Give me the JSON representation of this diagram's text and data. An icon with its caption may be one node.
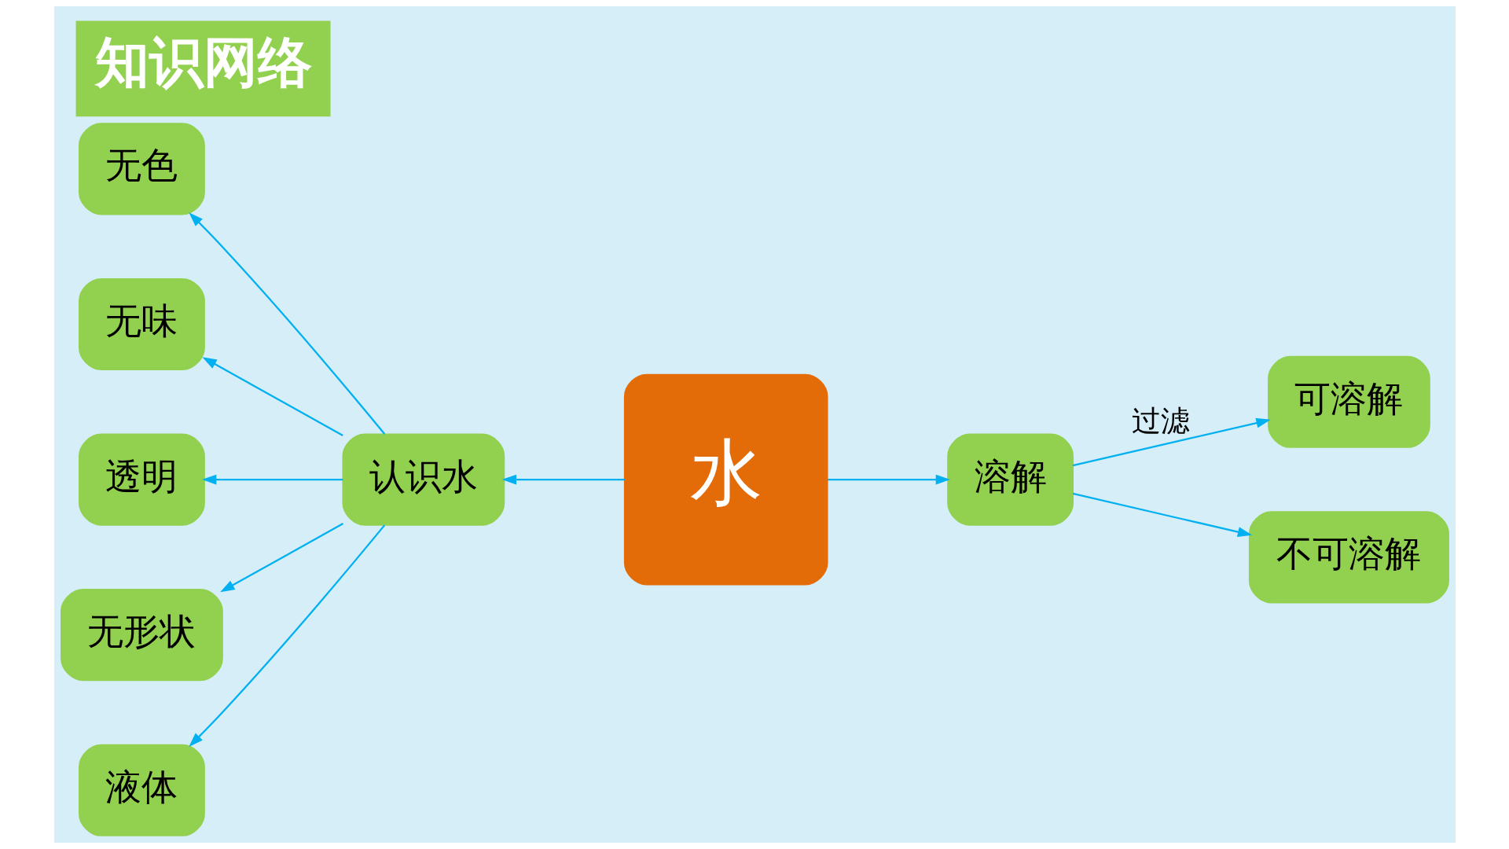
{
  "diagram": {
    "title": "知识网络",
    "nodes": [
      {
        "text": [
          "水"
        ]
      },
      {
        "text": [
          "认识水"
        ]
      },
      {
        "text": [
          "无色"
        ]
      },
      {
        "text": [
          "无味"
        ]
      },
      {
        "text": [
          "透明"
        ]
      },
      {
        "text": [
          "无形状"
        ]
      },
      {
        "text": [
          "液体"
        ]
      },
      {
        "text": [
          "溶解"
        ]
      },
      {
        "text": [
          "可溶解"
        ]
      },
      {
        "text": [
          "不可溶解"
        ]
      }
    ],
    "edges": [
      {
        "from": 0,
        "to": 1,
        "arrow": "to"
      },
      {
        "from": 1,
        "to": 2,
        "arrow": "to"
      },
      {
        "from": 1,
        "to": 3,
        "arrow": "to"
      },
      {
        "from": 1,
        "to": 4,
        "arrow": "to"
      },
      {
        "from": 1,
        "to": 5,
        "arrow": "to"
      },
      {
        "from": 1,
        "to": 6,
        "arrow": "to"
      },
      {
        "from": 0,
        "to": 7,
        "arrow": "to"
      },
      {
        "from": 7,
        "to": 8,
        "arrow": "to",
        "label": "过滤"
      },
      {
        "from": 7,
        "to": 9,
        "arrow": "to"
      }
    ]
  }
}
